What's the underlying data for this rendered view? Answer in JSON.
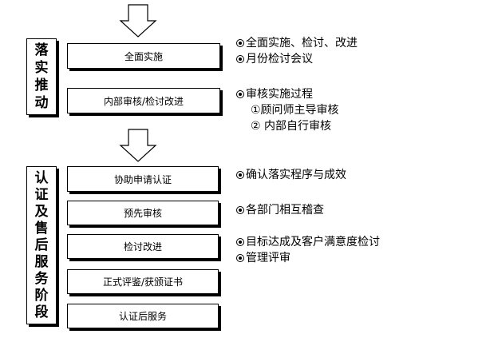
{
  "stage1": {
    "label_chars": [
      "落",
      "实",
      "推",
      "动"
    ],
    "steps": [
      "全面实施",
      "内部审核/检讨改进"
    ],
    "notes": {
      "group1": [
        "全面实施、检讨、改进",
        "月份检讨会议"
      ],
      "group2": [
        "审核实施过程",
        "①顾问师主导审核",
        "② 内部自行审核"
      ]
    }
  },
  "stage2": {
    "label_chars": [
      "认",
      "证",
      "及",
      "售",
      "后",
      "服",
      "务",
      "阶",
      "段"
    ],
    "steps": [
      "协助申请认证",
      "预先审核",
      "检讨改进",
      "正式评鉴/获颁证书",
      "认证后服务"
    ],
    "notes": {
      "group1": [
        "确认落实程序与成效"
      ],
      "group2": [
        "各部门相互稽查"
      ],
      "group3": [
        "目标达成及客户满意度检讨",
        "管理评审"
      ]
    }
  },
  "arrows": [
    "down-arrow-top",
    "down-arrow-middle"
  ]
}
